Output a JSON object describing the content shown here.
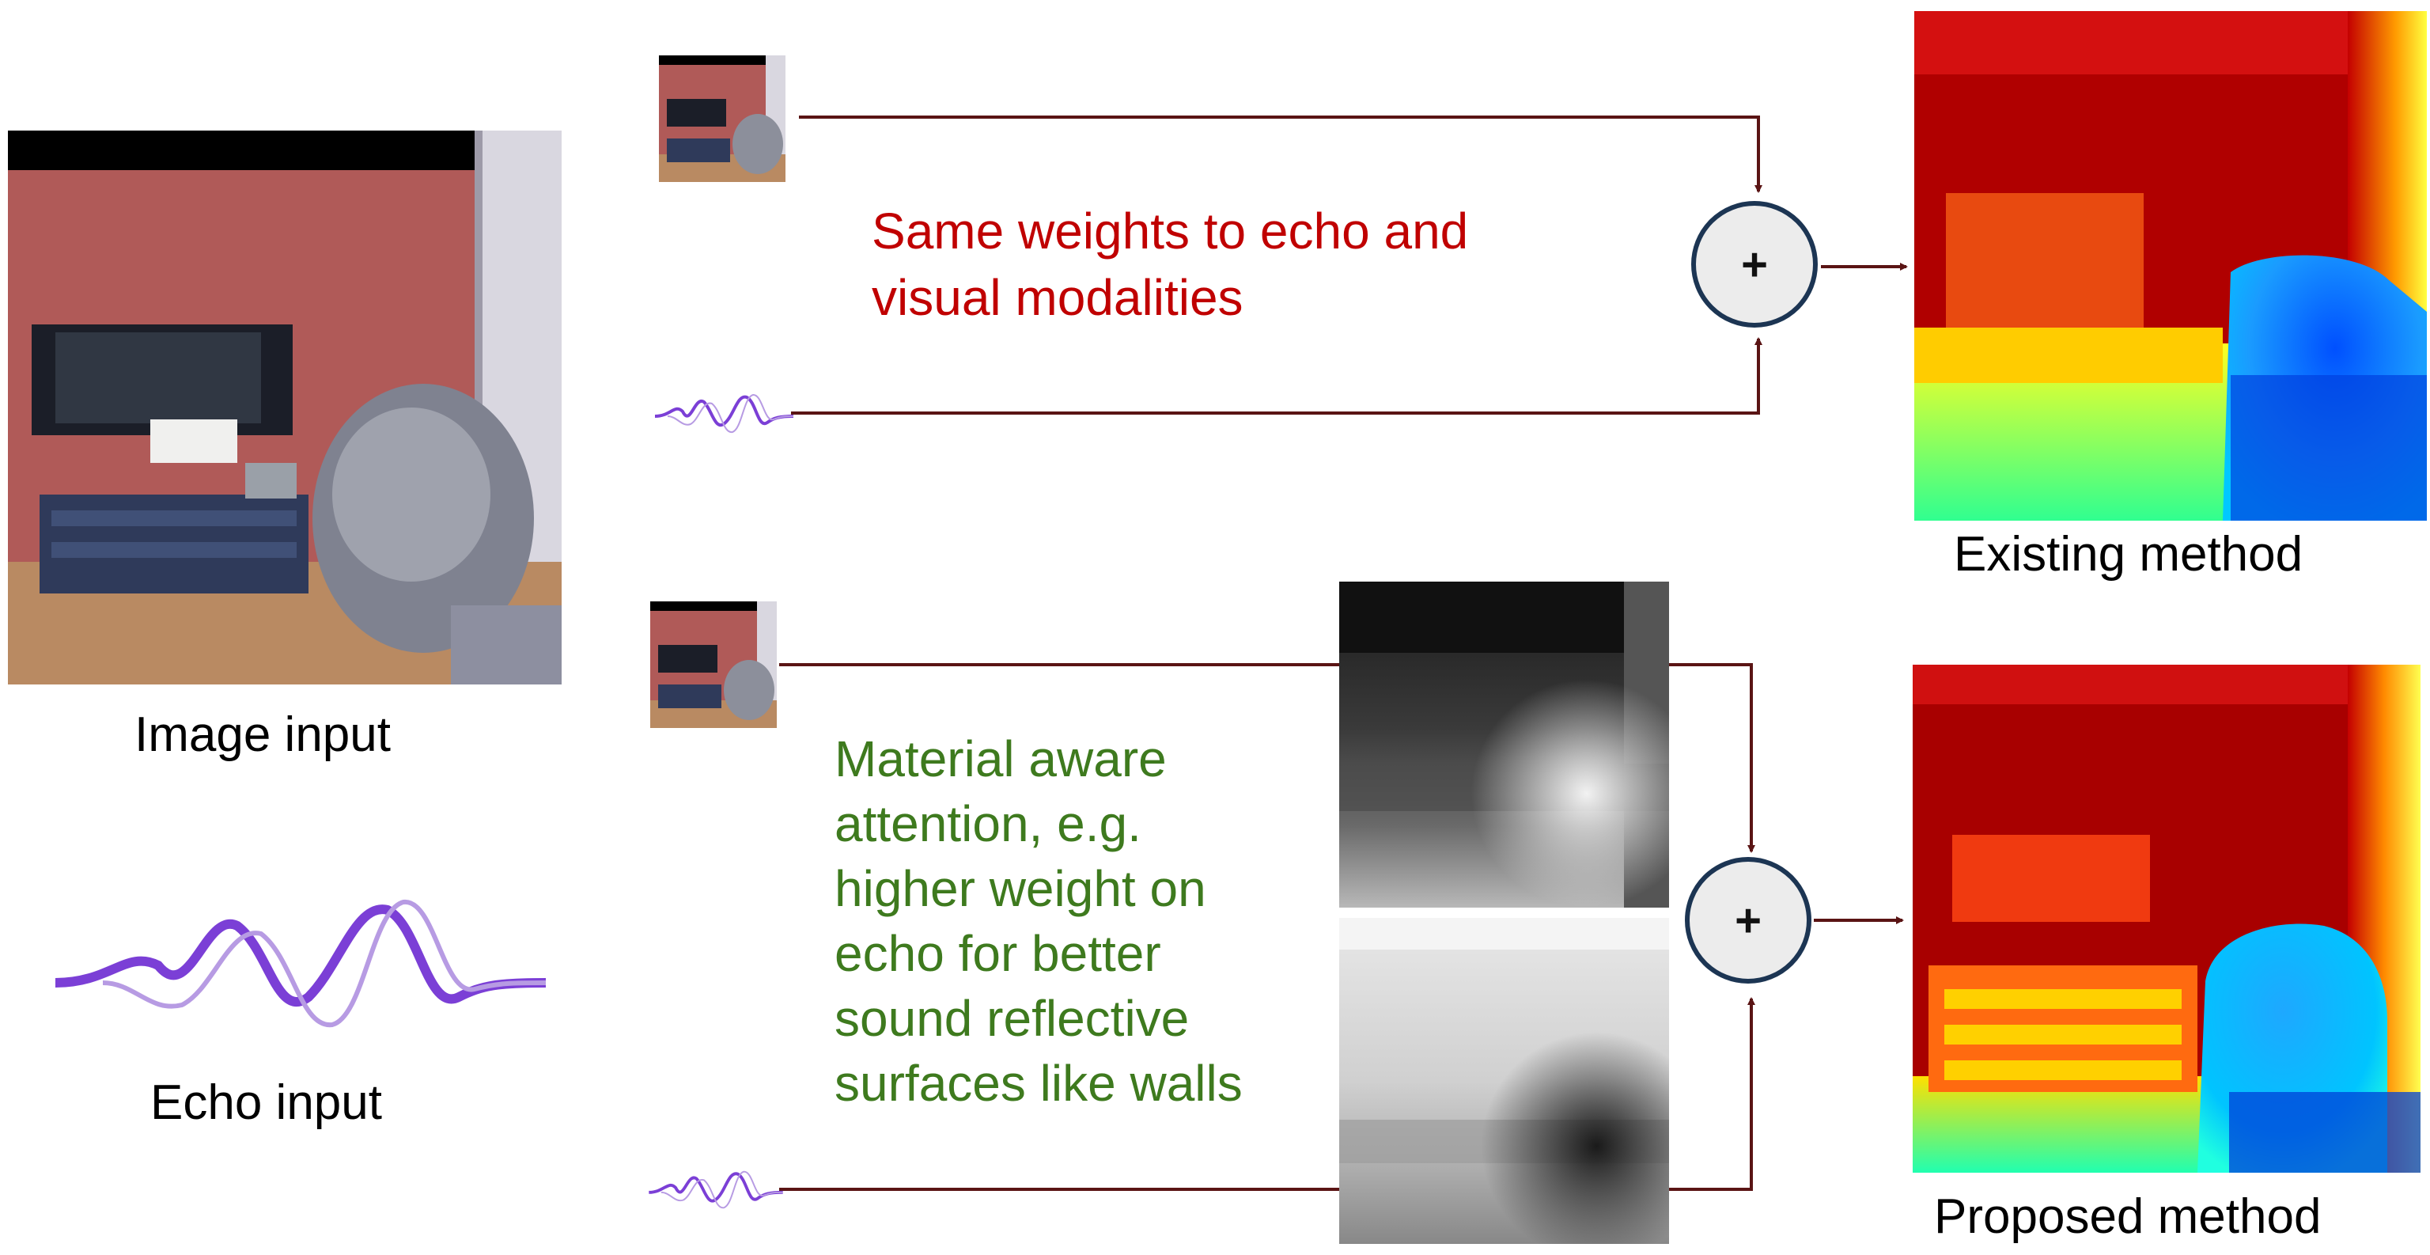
{
  "labels": {
    "image_input": "Image input",
    "echo_input": "Echo input",
    "existing_method": "Existing method",
    "proposed_method": "Proposed method"
  },
  "annotations": {
    "top_lines": [
      "Same weights to echo and",
      "visual modalities"
    ],
    "bottom_lines": [
      "Material aware",
      "attention, e.g.",
      "higher weight on",
      "echo for better",
      "sound reflective",
      "surfaces like walls"
    ]
  },
  "fusion": {
    "symbol": "+"
  },
  "colors": {
    "arrow": "#5a1414",
    "red_text": "#c00000",
    "green_text": "#3e7a1e",
    "wave": "#7b3fd6",
    "fusion_border": "#1c3553"
  }
}
